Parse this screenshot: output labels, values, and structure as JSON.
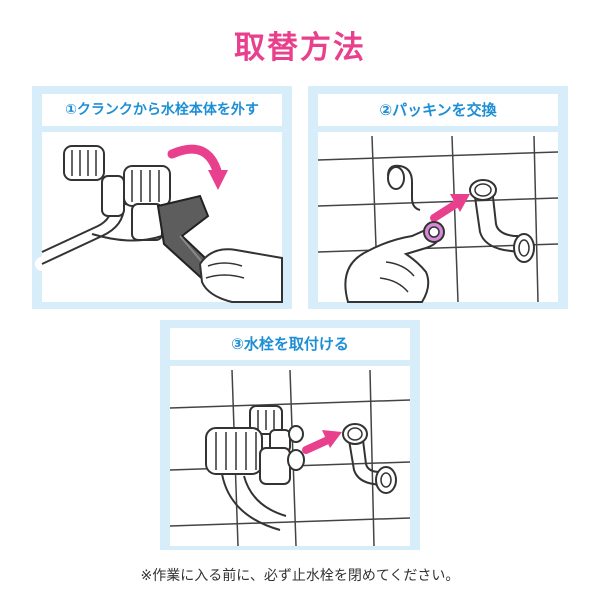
{
  "title": "取替方法",
  "steps": [
    {
      "number": "①",
      "label": "クランクから水栓本体を外す"
    },
    {
      "number": "②",
      "label": "パッキンを交換"
    },
    {
      "number": "③",
      "label": "水栓を取付ける"
    }
  ],
  "note": "※作業に入る前に、必ず止水栓を閉めてください。",
  "colors": {
    "title": "#e8408c",
    "step_label": "#1e8fd5",
    "panel_bg": "#d7edf9",
    "arrow": "#e8408c"
  },
  "icons": [
    "faucet-icon",
    "wrench-icon",
    "rotate-arrow-icon",
    "hand-icon",
    "packing-ring-icon",
    "crank-fitting-icon",
    "direction-arrow-icon"
  ]
}
